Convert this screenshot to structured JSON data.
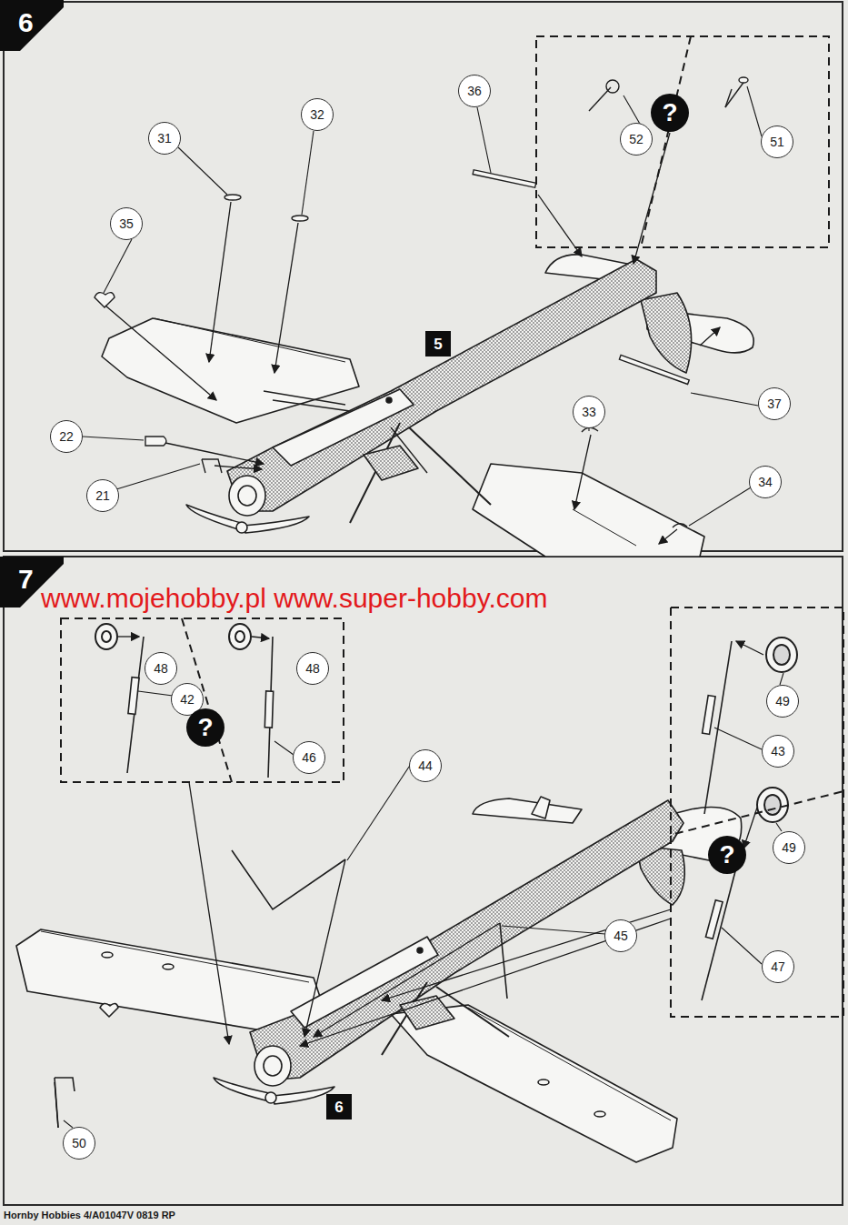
{
  "diagram": {
    "nodes": [
      {
        "text": [
          "6"
        ]
      },
      {
        "text": [
          "31"
        ]
      },
      {
        "text": [
          "32"
        ]
      },
      {
        "text": [
          "36"
        ]
      },
      {
        "text": [
          "52"
        ]
      },
      {
        "text": [
          "?"
        ]
      },
      {
        "text": [
          "51"
        ]
      },
      {
        "text": [
          "35"
        ]
      },
      {
        "text": [
          "5"
        ]
      },
      {
        "text": [
          "37"
        ]
      },
      {
        "text": [
          "22"
        ]
      },
      {
        "text": [
          "33"
        ]
      },
      {
        "text": [
          "34"
        ]
      },
      {
        "text": [
          "21"
        ]
      },
      {
        "text": [
          "7"
        ]
      },
      {
        "text": [
          "48"
        ]
      },
      {
        "text": [
          "48"
        ]
      },
      {
        "text": [
          "42"
        ]
      },
      {
        "text": [
          "?"
        ]
      },
      {
        "text": [
          "46"
        ]
      },
      {
        "text": [
          "44"
        ]
      },
      {
        "text": [
          "43"
        ]
      },
      {
        "text": [
          "49"
        ]
      },
      {
        "text": [
          "?"
        ]
      },
      {
        "text": [
          "49"
        ]
      },
      {
        "text": [
          "45"
        ]
      },
      {
        "text": [
          "47"
        ]
      },
      {
        "text": [
          "50"
        ]
      },
      {
        "text": [
          "6"
        ]
      }
    ],
    "labels": [
      "www.mojehobby.pl www.super-hobby.com",
      "Hornby Hobbies 4/A01047V 0819 RP"
    ]
  }
}
